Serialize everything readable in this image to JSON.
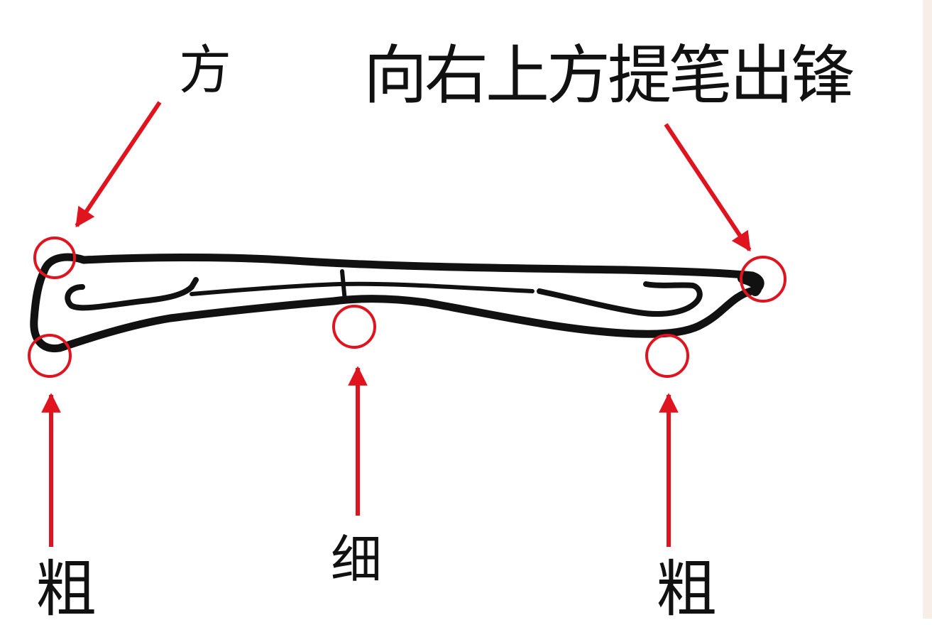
{
  "labels": {
    "square_start": "方",
    "exit_stroke": "向右上方提笔出锋",
    "thick_left": "粗",
    "thin_middle": "细",
    "thick_right": "粗"
  },
  "colors": {
    "annotation_red": "#e0141e",
    "ink": "#111111",
    "background": "#ffffff",
    "edge_strip": "#f6eee7"
  }
}
